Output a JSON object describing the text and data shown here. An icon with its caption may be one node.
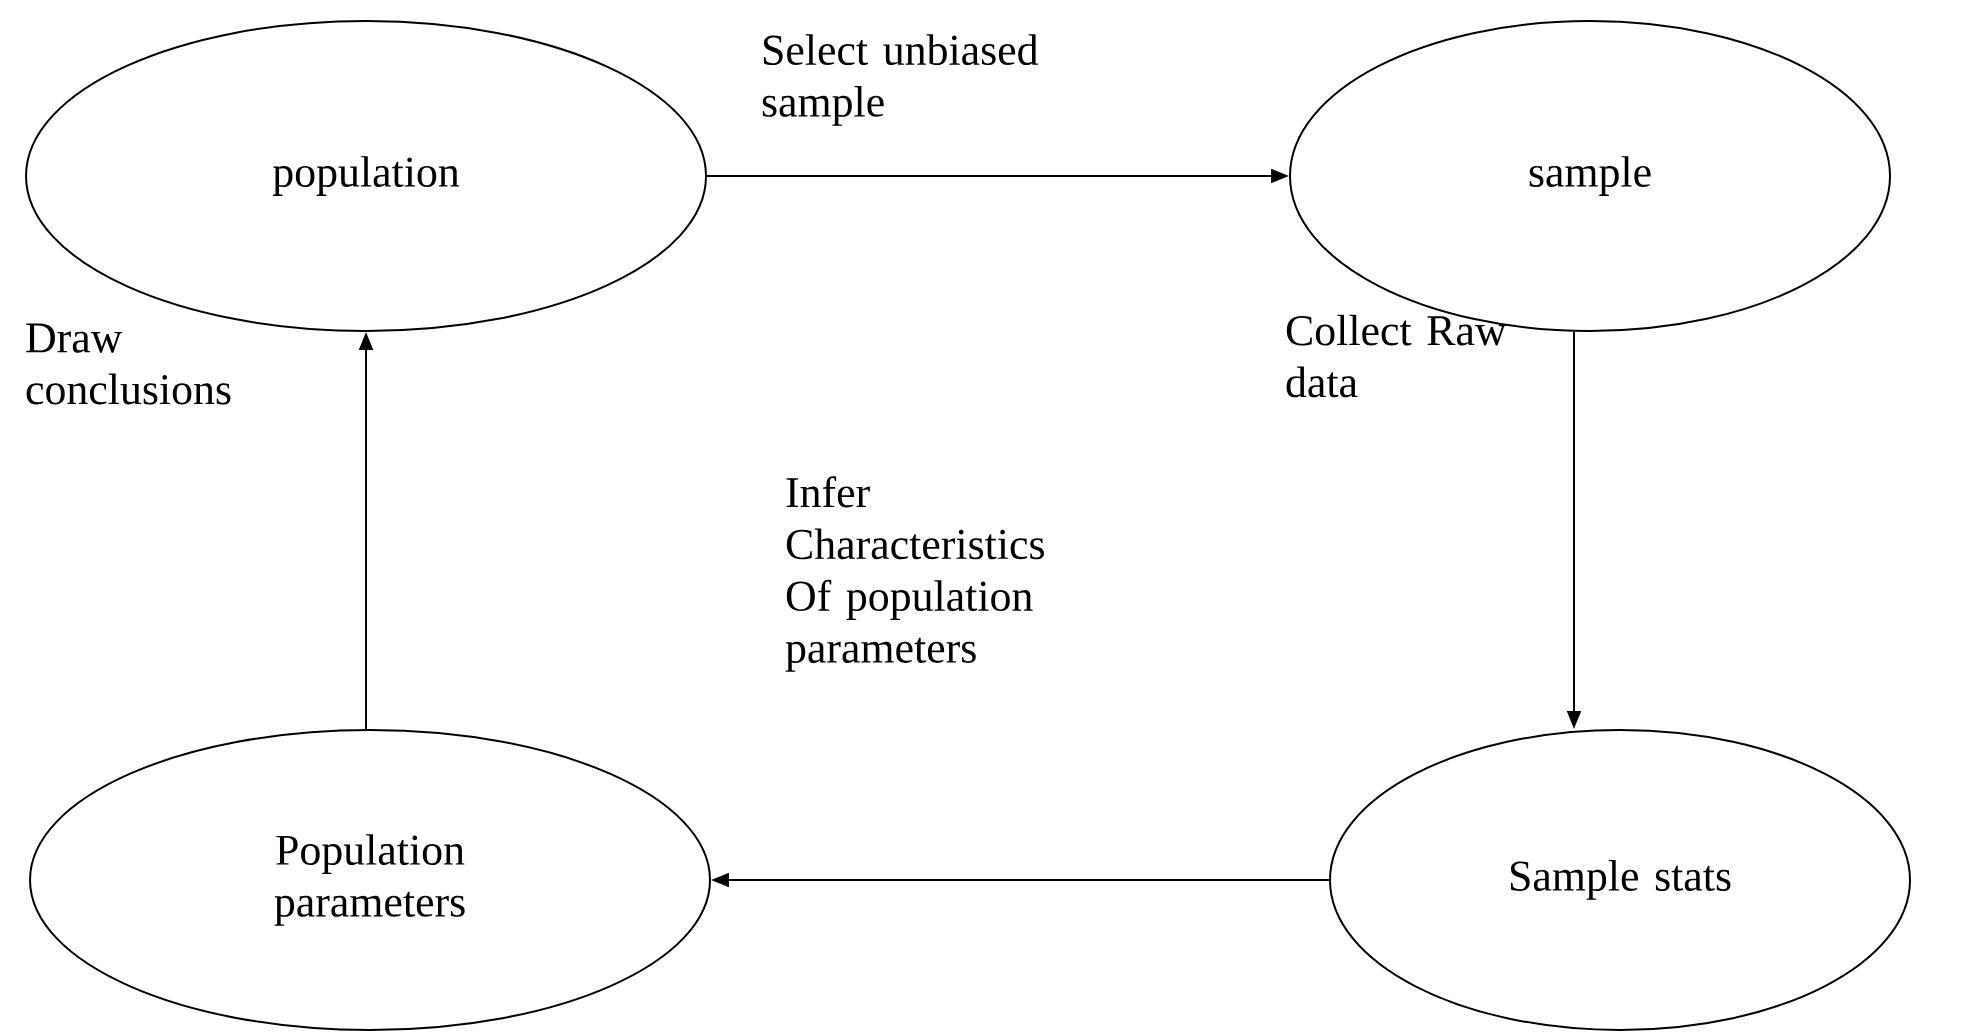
{
  "diagram": {
    "nodes": [
      {
        "text": [
          "population"
        ]
      },
      {
        "text": [
          "sample"
        ]
      },
      {
        "text": [
          "Sample stats"
        ]
      },
      {
        "text": [
          "Population parameters"
        ]
      }
    ],
    "edges": [
      {
        "from": 0,
        "to": 1,
        "arrow": "to",
        "label": "Select unbiased sample"
      },
      {
        "from": 1,
        "to": 2,
        "arrow": "to",
        "label": "Collect Raw data"
      },
      {
        "from": 2,
        "to": 3,
        "arrow": "to",
        "label": "Infer Characteristics Of population parameters"
      },
      {
        "from": 3,
        "to": 0,
        "arrow": "to",
        "label": "Draw conclusions"
      }
    ]
  }
}
